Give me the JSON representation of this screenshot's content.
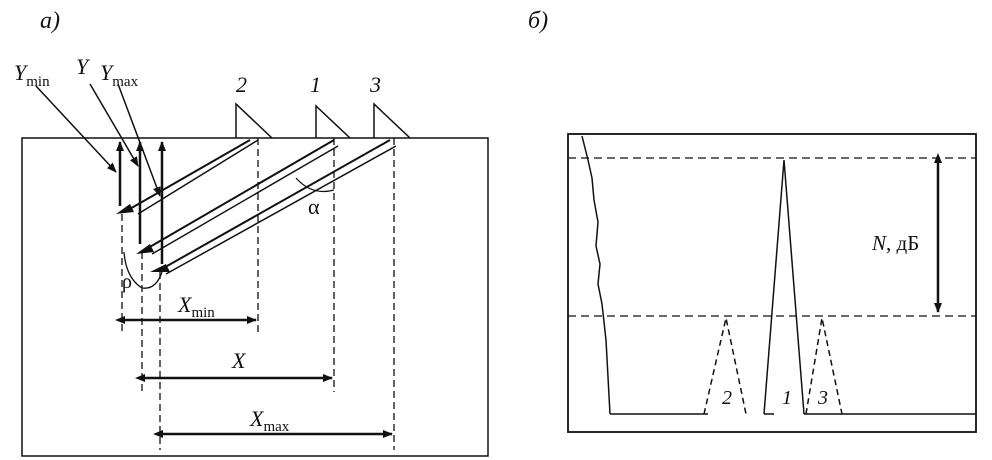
{
  "panel_a": {
    "label": "а)",
    "y_labels": {
      "y": "Y",
      "y_sub_min": "min",
      "y_sub_max": "max"
    },
    "transducer_labels": [
      "2",
      "1",
      "3"
    ],
    "alpha": "α",
    "rho": "ρ",
    "x_labels": {
      "x": "X",
      "sub_min": "min",
      "sub_max": "max"
    }
  },
  "panel_b": {
    "label": "б)",
    "n_label": "N",
    "n_unit": ", дБ",
    "peak_labels": [
      "2",
      "1",
      "3"
    ]
  }
}
